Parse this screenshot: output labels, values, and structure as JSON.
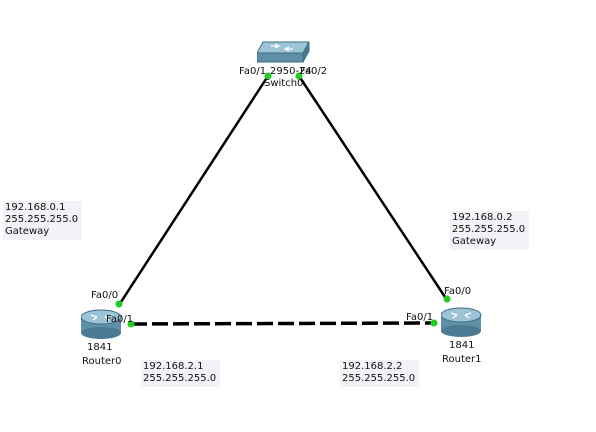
{
  "switch": {
    "model": "2950-24",
    "name": "Switch0",
    "port_left": "Fa0/1",
    "port_right": "Fa0/2"
  },
  "router0": {
    "model": "1841",
    "name": "Router0",
    "port_up": "Fa0/0",
    "port_side": "Fa0/1",
    "note_top": [
      "192.168.0.1",
      "255.255.255.0",
      "Gateway"
    ],
    "note_bottom": [
      "192.168.2.1",
      "255.255.255.0"
    ]
  },
  "router1": {
    "model": "1841",
    "name": "Router1",
    "port_up": "Fa0/0",
    "port_side": "Fa0/1",
    "note_top": [
      "192.168.0.2",
      "255.255.255.0",
      "Gateway"
    ],
    "note_bottom": [
      "192.168.2.2",
      "255.255.255.0"
    ]
  },
  "links": [
    {
      "from": "Router0 Fa0/0",
      "to": "Switch0 Fa0/1",
      "style": "solid"
    },
    {
      "from": "Router1 Fa0/0",
      "to": "Switch0 Fa0/2",
      "style": "solid"
    },
    {
      "from": "Router0 Fa0/1",
      "to": "Router1 Fa0/1",
      "style": "dashed"
    }
  ],
  "colors": {
    "link": "#000000",
    "port_up": "#22cc22",
    "device_body": "#5d8fa6",
    "device_top": "#9cc4d6"
  }
}
